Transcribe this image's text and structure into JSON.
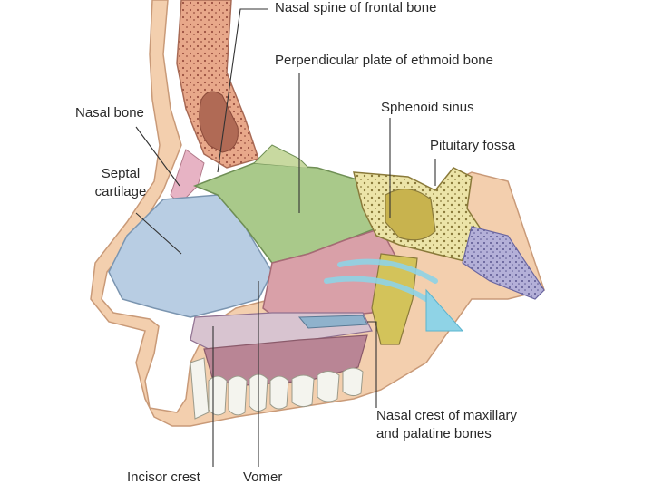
{
  "labels": {
    "nasal_spine": "Nasal spine of frontal bone",
    "perpendicular_plate": "Perpendicular plate of ethmoid bone",
    "nasal_bone": "Nasal bone",
    "sphenoid_sinus": "Sphenoid sinus",
    "pituitary_fossa": "Pituitary fossa",
    "septal_cartilage_1": "Septal",
    "septal_cartilage_2": "cartilage",
    "nasal_crest_1": "Nasal crest of maxillary",
    "nasal_crest_2": "and palatine bones",
    "incisor_crest": "Incisor crest",
    "vomer": "Vomer"
  },
  "colors": {
    "skin": "#f3cfae",
    "skin_outline": "#c99a78",
    "frontal_bone": "#e8a88a",
    "bone_marrow": "#b06a55",
    "ethmoid_plate": "#a9c98a",
    "septal_cartilage": "#b8cde3",
    "sphenoid": "#ece4a8",
    "vomer": "#d9a0a8",
    "palate": "#d8c4d0",
    "lip": "#b98595",
    "teeth": "#f4f4ee",
    "arrow": "#8fd3e6",
    "leader": "#333333"
  }
}
